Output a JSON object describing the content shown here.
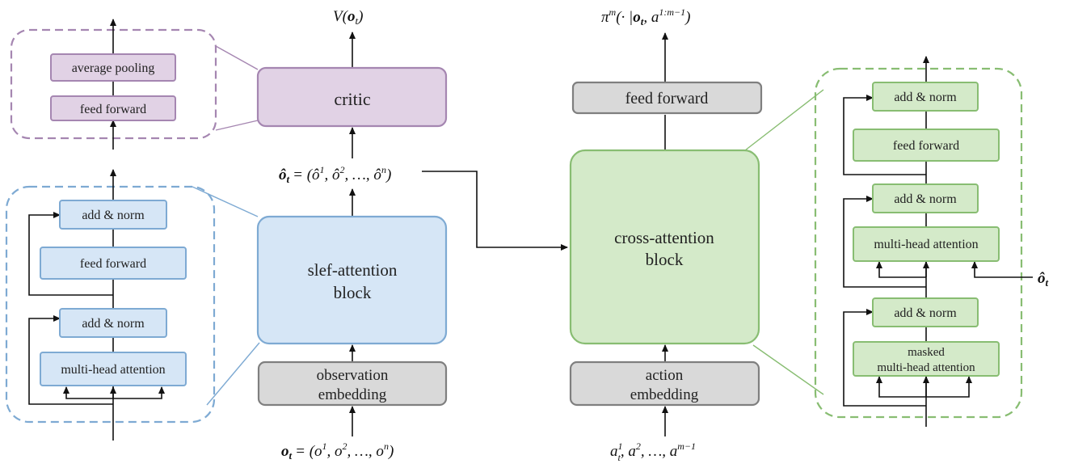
{
  "colors": {
    "purple_fill": "#e1d2e5",
    "purple_stroke": "#a586b1",
    "blue_fill": "#d6e6f6",
    "blue_stroke": "#7eaad3",
    "green_fill": "#d4eac9",
    "green_stroke": "#88bd72",
    "gray_fill": "#d9d9d9",
    "gray_stroke": "#7f7f7f"
  },
  "critic_detail": {
    "pool": "average pooling",
    "ff": "feed forward"
  },
  "critic": {
    "label": "critic",
    "output": "V(",
    "output_sym": "o",
    "output_sub": "t",
    "output_close": ")"
  },
  "encoder_detail": {
    "addnorm_top": "add & norm",
    "ff": "feed forward",
    "addnorm_bottom": "add & norm",
    "mha": "multi-head attention"
  },
  "self_attention": {
    "line1": "slef-attention",
    "line2": "block"
  },
  "obs_embedding": {
    "line1": "observation",
    "line2": "embedding"
  },
  "obs_input": {
    "sym": "o",
    "sub": "t",
    "rhs": "= (o",
    "s1": "1",
    "c1": ", o",
    "s2": "2",
    "c2": ", …, o",
    "sn": "n",
    "close": ")"
  },
  "encoded": {
    "sym": "ô",
    "sub": "t",
    "rhs": "= (ô",
    "s1": "1",
    "c1": ", ô",
    "s2": "2",
    "c2": ", …, ô",
    "sn": "n",
    "close": ")"
  },
  "decoder": {
    "ff": "feed forward",
    "cross_line1": "cross-attention",
    "cross_line2": "block",
    "policy": "π",
    "policy_sup": "m",
    "policy_arg": "(· |",
    "policy_o": "o",
    "policy_t": "t",
    "policy_a": ", a",
    "policy_asup": "1:m−1",
    "policy_close": ")"
  },
  "action_embedding": {
    "line1": "action",
    "line2": "embedding"
  },
  "action_input": {
    "a1": "a",
    "s1": "1",
    "c1": ", a",
    "s2": "2",
    "c2": ", …, a",
    "sn": "m−1",
    "sub": "t"
  },
  "decoder_detail": {
    "addnorm_top": "add & norm",
    "ff": "feed forward",
    "addnorm_mid": "add & norm",
    "mha": "multi-head attention",
    "addnorm_bottom": "add & norm",
    "masked_line1": "masked",
    "masked_line2": "multi-head attention",
    "side_input": "ô",
    "side_sub": "t"
  }
}
